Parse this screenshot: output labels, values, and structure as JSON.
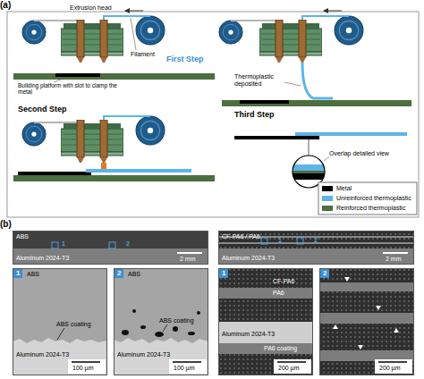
{
  "diagram": {
    "nodes": [
      {
        "text": [
          "ABS",
          "Aluminum 2024-T3",
          "1",
          "2",
          "2 mm"
        ]
      },
      {
        "text": [
          "CF-PA6 / PA6",
          "Aluminum 2024-T3",
          "1",
          "2",
          "2 mm"
        ]
      },
      {
        "text": [
          "1",
          "ABS",
          "ABS coating",
          "Aluminum 2024-T3",
          "100 µm"
        ]
      },
      {
        "text": [
          "2",
          "ABS",
          "ABS coating",
          "Aluminum 2024-T3",
          "100 µm"
        ]
      },
      {
        "text": [
          "1",
          "CF-PA6",
          "PA6",
          "Aluminum 2024-T3",
          "PA6 coating",
          "200 µm"
        ]
      },
      {
        "text": [
          "2",
          "200 µm"
        ]
      }
    ],
    "labels": [
      "(a)",
      "Extrusion head",
      "Filament",
      "Building platform with slot to clamp the metal",
      "First Step",
      "Thermoplastic deposited",
      "Second Step",
      "Third Step",
      "Overlap detailed view",
      "(b)"
    ],
    "legend": [
      {
        "text": "Metal",
        "color": "#000000"
      },
      {
        "text": "Unreinforced thermoplastic",
        "color": "#5db4e8"
      },
      {
        "text": "Reinforced thermoplastic",
        "color": "#4d6e3f"
      }
    ]
  }
}
